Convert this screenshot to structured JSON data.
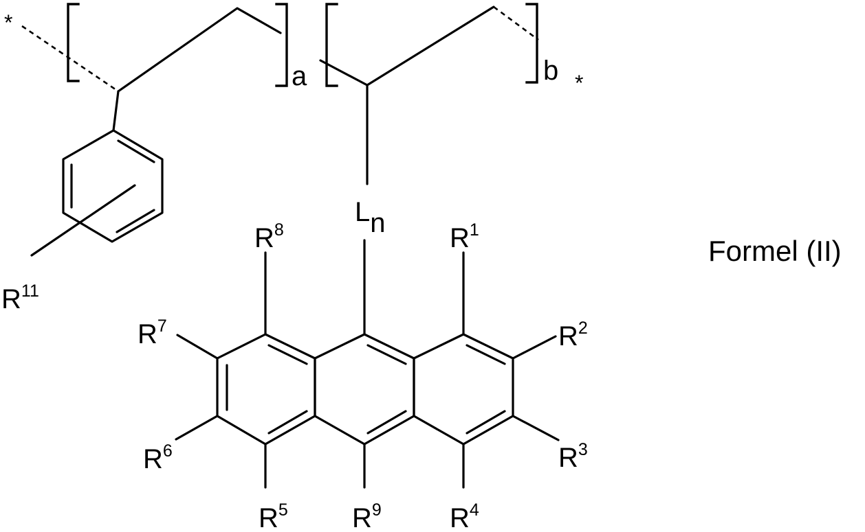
{
  "formula_label": "Formel (II)",
  "polymer": {
    "end_group_left": "*",
    "end_group_right": "*",
    "repeat_subscript_a": "a",
    "repeat_subscript_b": "b"
  },
  "linker": {
    "symbol": "L",
    "subscript": "n"
  },
  "substituents": {
    "R1": {
      "base": "R",
      "sup": "1"
    },
    "R2": {
      "base": "R",
      "sup": "2"
    },
    "R3": {
      "base": "R",
      "sup": "3"
    },
    "R4": {
      "base": "R",
      "sup": "4"
    },
    "R5": {
      "base": "R",
      "sup": "5"
    },
    "R6": {
      "base": "R",
      "sup": "6"
    },
    "R7": {
      "base": "R",
      "sup": "7"
    },
    "R8": {
      "base": "R",
      "sup": "8"
    },
    "R9": {
      "base": "R",
      "sup": "9"
    },
    "R11": {
      "base": "R",
      "sup": "11"
    }
  }
}
